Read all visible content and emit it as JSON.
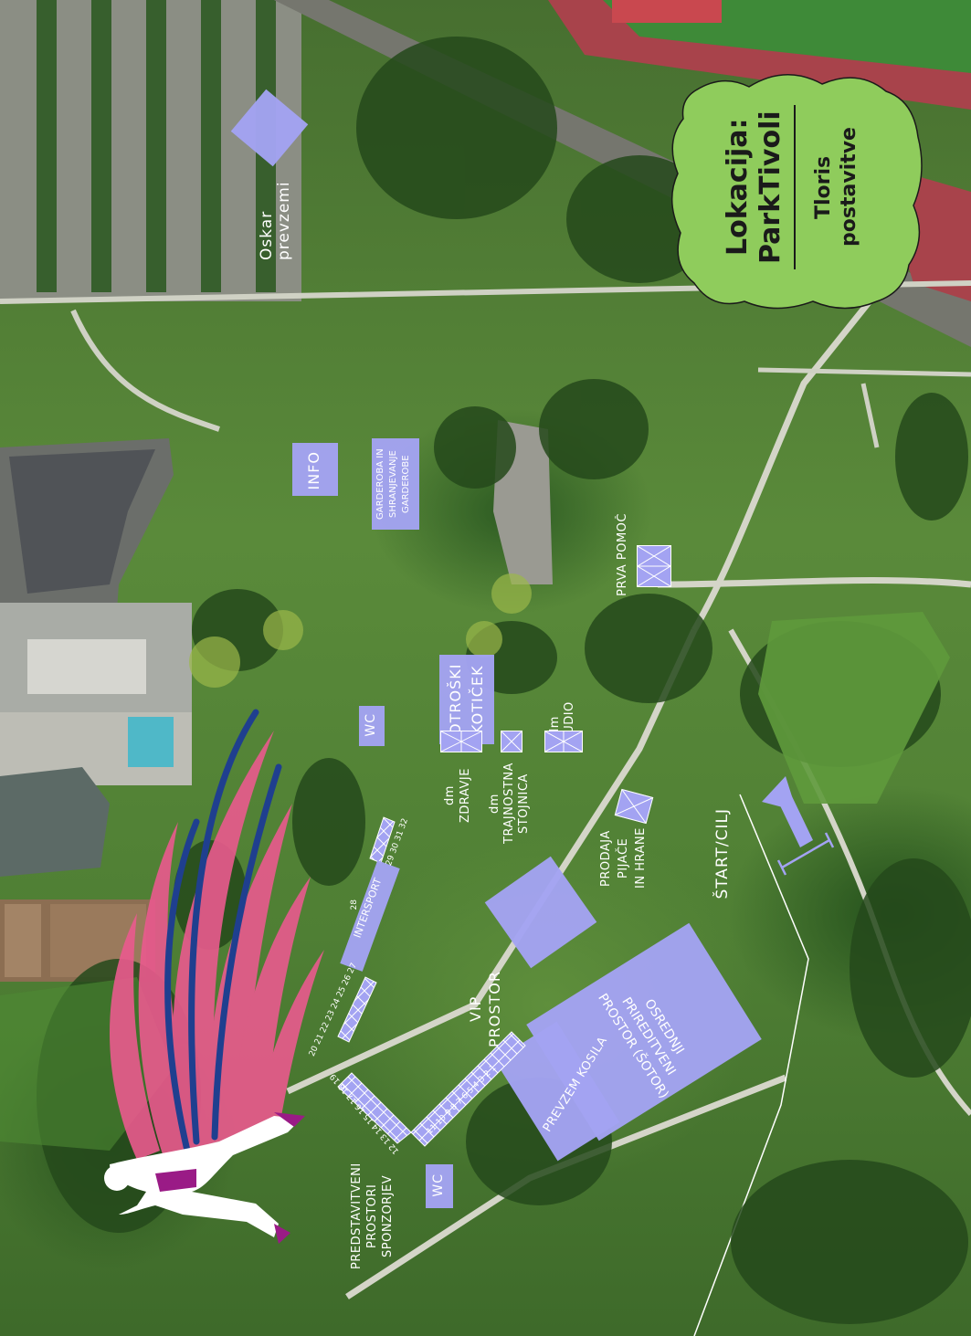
{
  "badge": {
    "title_line1": "Lokacija:",
    "title_line2": "ParkTivoli",
    "subtitle_line1": "Tloris",
    "subtitle_line2": "postavitve"
  },
  "labels": {
    "oskar": "Oskar prevzemi",
    "info": "INFO",
    "garderoba_line1": "GARDEROBA IN",
    "garderoba_line2": "SHRANJEVANJE",
    "garderoba_line3": "GARDEROBE",
    "prva_pomoc": "PRVA POMOČ",
    "otroski_line1": "OTROŠKI",
    "otroski_line2": "KOTIČEK",
    "dm_studio_line1": "dm",
    "dm_studio_line2": "STUDIO",
    "dm_stojnica_line1": "dm",
    "dm_stojnica_line2": "TRAJNOSTNA",
    "dm_stojnica_line3": "STOJNICA",
    "dm_zdravje_line1": "dm",
    "dm_zdravje_line2": "ZDRAVJE",
    "wc_top": "WC",
    "wc_bottom": "WC",
    "intersport": "INTERSPORT",
    "nums_top": "29 30 31 32",
    "num_28": "28",
    "nums_mid": "20 21 22 23 24 25 26 27",
    "nums_left": "12 13 14 15 16 17 18 19",
    "nums_right": "11 10 9 8 7 6 5 4 3 2 1",
    "prodaja_line1": "PRODAJA",
    "prodaja_line2": "PIJAČE",
    "prodaja_line3": "IN HRANE",
    "start": "ŠTART/CILJ",
    "vip_line1": "VIP",
    "vip_line2": "PROSTOR",
    "osrednji_line1": "OSREDNJI",
    "osrednji_line2": "PRIREDITVENI",
    "osrednji_line3": "PROSTOR (ŠOTOR)",
    "prevzem": "PREVZEM KOSILA",
    "sponzorji_line1": "PREDSTAVITVENI",
    "sponzorji_line2": "PROSTORI",
    "sponzorji_line3": "SPONZORJEV"
  },
  "colors": {
    "zone": "#a3a3f2",
    "badge": "#8fcc5c",
    "flame_pink": "#ea5a8e",
    "flame_blue": "#1f3f8f",
    "runner_accent": "#9a1b86"
  },
  "icons": [
    "scalloped-badge",
    "cross-box-icon",
    "arrow-up-icon",
    "runner-figure",
    "flame-streaks"
  ]
}
